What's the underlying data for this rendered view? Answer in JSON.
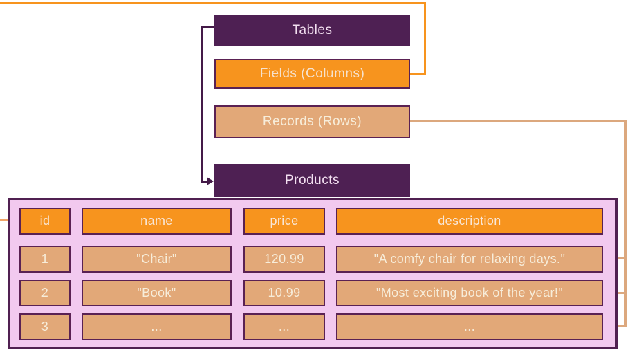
{
  "diagram": {
    "concepts": {
      "tables": "Tables",
      "fields": "Fields (Columns)",
      "records": "Records (Rows)",
      "products": "Products"
    },
    "products_table": {
      "headers": [
        "id",
        "name",
        "price",
        "description"
      ],
      "rows": [
        [
          "1",
          "\"Chair\"",
          "120.99",
          "\"A comfy chair for relaxing days.\""
        ],
        [
          "2",
          "\"Book\"",
          "10.99",
          "\"Most exciting book of the year!\""
        ],
        [
          "3",
          "...",
          "...",
          "..."
        ]
      ]
    },
    "palette": {
      "dark_purple_box": "#4E2053",
      "purple_line": "#441A48",
      "orange": "#F7941E",
      "tan": "#E2A878",
      "tan_line": "#DCA87E",
      "light_orange_arrow": "#F0A468",
      "pink_fill": "#F2C9EF",
      "pink_border": "#502051",
      "cell_border": "#5A2153"
    }
  }
}
